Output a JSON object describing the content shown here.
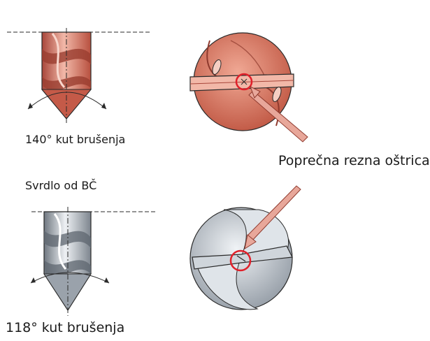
{
  "labels": {
    "hss_drill_angle": "140° kut brušenja",
    "hss_drill_title": "Svrdlo od BČ",
    "standard_drill_angle": "118° kut brušenja",
    "chisel_edge": "Poprečna rezna oštrica"
  },
  "colors": {
    "hss_body": "#d9765f",
    "hss_dark": "#a8463a",
    "hss_light": "#f2b8a8",
    "steel_body": "#b9c0c8",
    "steel_dark": "#6f7780",
    "steel_light": "#e8ecf0",
    "highlight_ring": "#e0202a",
    "pointer": "#e8a79a",
    "outline": "#2a2a2a"
  }
}
